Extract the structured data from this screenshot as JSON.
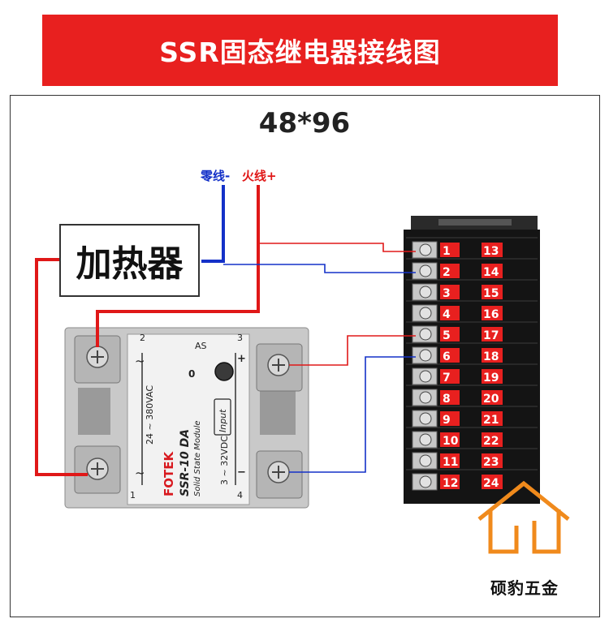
{
  "title": "SSR固态继电器接线图",
  "controller": {
    "size": "48*96",
    "terminals_left": [
      "1",
      "2",
      "3",
      "4",
      "5",
      "6",
      "7",
      "8",
      "9",
      "10",
      "11",
      "12"
    ],
    "terminals_right": [
      "13",
      "14",
      "15",
      "16",
      "17",
      "18",
      "19",
      "20",
      "21",
      "22",
      "23",
      "24"
    ]
  },
  "wires": {
    "neutral_label": "零线-",
    "live_label": "火线+",
    "neutral_color": "#1431c8",
    "live_color": "#e01818"
  },
  "heater": {
    "label": "加热器"
  },
  "ssr": {
    "brand": "FOTEK",
    "model": "SSR-10 DA",
    "subtitle": "Solid State Module",
    "ac_range": "24 ~ 380VAC",
    "dc_range": "3 ~ 32VDC",
    "input_label": "Input",
    "ul_mark": "AS",
    "led_mark": "0",
    "terminal_1": "1",
    "terminal_2": "2",
    "terminal_3": "3",
    "terminal_4": "4",
    "plus": "+",
    "minus": "−",
    "tilde_top": "~",
    "tilde_bottom": "~"
  },
  "watermark": {
    "text": "硕豹五金",
    "color": "#f08a1c"
  }
}
